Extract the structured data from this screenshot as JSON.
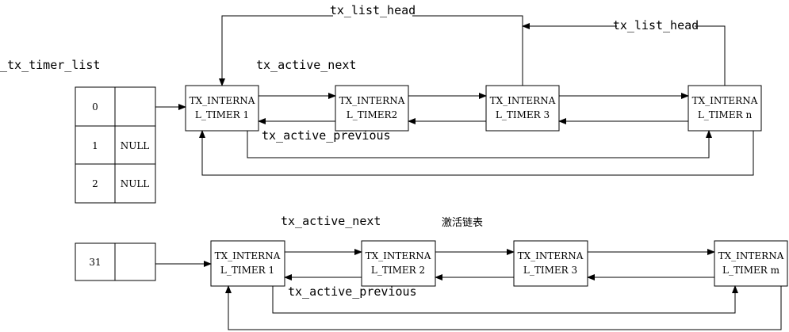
{
  "list_label": "_tx_timer_list",
  "array_rows": [
    {
      "index": "0",
      "value": ""
    },
    {
      "index": "1",
      "value": "NULL"
    },
    {
      "index": "2",
      "value": "NULL"
    }
  ],
  "array_last": {
    "index": "31",
    "value": ""
  },
  "top_chain": {
    "nodes": [
      {
        "line1": "TX_INTERNA",
        "line2": "L_TIMER 1"
      },
      {
        "line1": "TX_INTERNA",
        "line2": "L_TIMER2"
      },
      {
        "line1": "TX_INTERNA",
        "line2": "L_TIMER 3"
      },
      {
        "line1": "TX_INTERNA",
        "line2": "L_TIMER n"
      }
    ],
    "next_label": "tx_active_next",
    "previous_label": "tx_active_previous",
    "list_head_label_1": "tx_list_head",
    "list_head_label_2": "tx_list_head"
  },
  "bottom_chain": {
    "nodes": [
      {
        "line1": "TX_INTERNA",
        "line2": "L_TIMER 1"
      },
      {
        "line1": "TX_INTERNA",
        "line2": "L_TIMER 2"
      },
      {
        "line1": "TX_INTERNA",
        "line2": "L_TIMER 3"
      },
      {
        "line1": "TX_INTERNA",
        "line2": "L_TIMER m"
      }
    ],
    "next_label": "tx_active_next",
    "previous_label": "tx_active_previous",
    "caption": "激活链表"
  }
}
